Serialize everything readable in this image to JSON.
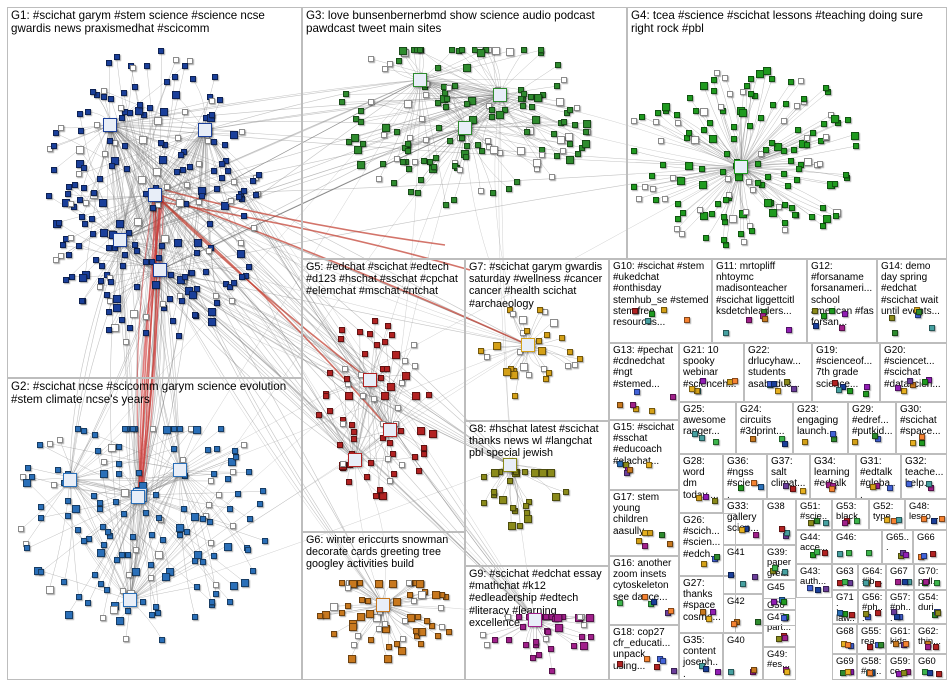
{
  "title": "",
  "groups": [
    {
      "id": "G1",
      "label": "G1: #scichat garym #stem science #science ncse gwardis news praxismedhat #scicomm",
      "color": "#1a3f9a"
    },
    {
      "id": "G2",
      "label": "G2: #scichat ncse #scicomm garym science evolution #stem climate ncse's years",
      "color": "#2a6fb8"
    },
    {
      "id": "G3",
      "label": "G3: love bunsenbernerbmd show science audio podcast pawdcast tweet main sites",
      "color": "#2e8b2e"
    },
    {
      "id": "G4",
      "label": "G4: tcea #science #scichat lessons #teaching doing sure right rock #pbl",
      "color": "#1f9a1f"
    },
    {
      "id": "G5",
      "label": "G5: #edchat #scichat #edtech #d123 #hschat #sschat #cpchat #elemchat #mschat #ntchat",
      "color": "#b22222"
    },
    {
      "id": "G6",
      "label": "G6: winter ericcurts snowman decorate cards greeting tree googley activities build",
      "color": "#c8781e"
    },
    {
      "id": "G7",
      "label": "G7: #scichat garym gwardis saturday #wellness #cancer cancer #health scichat #archaeology",
      "color": "#d4a017"
    },
    {
      "id": "G8",
      "label": "G8: #hschat latest #scichat thanks news wl #langchat pbl special jewish",
      "color": "#8a8a1a"
    },
    {
      "id": "G9",
      "label": "G9: #scichat #edchat essay #mathchat #k12 #edleadership #edtech #literacy #learning excellence",
      "color": "#a0208a"
    },
    {
      "id": "G10",
      "label": "G10: #scichat #stem #ukedchat #onthisday stemhub_se #stemed stem free resources...",
      "color": "#555555"
    },
    {
      "id": "G11",
      "label": "G11: mrtopliff nhtoymc madisonteacher #scichat liggettcitl ksdetchleaders...",
      "color": "#555555"
    },
    {
      "id": "G12",
      "label": "G12: #forsaname forsanameri... school american #fas forsan...",
      "color": "#555555"
    },
    {
      "id": "G13",
      "label": "G13: #pechat #cdnedchat #ngt #stemed...",
      "color": "#555555"
    },
    {
      "id": "G14",
      "label": "G14: demo day spring #edchat #scichat wait until events...",
      "color": "#555555"
    },
    {
      "id": "G15",
      "label": "G15: #scichat #sschat #educoach #elachat...",
      "color": "#555555"
    },
    {
      "id": "G16",
      "label": "G16: another zoom insets cytoskeleton see dance...",
      "color": "#555555"
    },
    {
      "id": "G17",
      "label": "G17: stem young children aasully...",
      "color": "#555555"
    },
    {
      "id": "G18",
      "label": "G18: cop27 cfr_educati... unpack using...",
      "color": "#555555"
    },
    {
      "id": "G19",
      "label": "G19: #scienceof... 7th grade science...",
      "color": "#555555"
    },
    {
      "id": "G20",
      "label": "G20: #sciencet... #scichat #datascien...",
      "color": "#555555"
    },
    {
      "id": "G21",
      "label": "G21: 10 spooky webinar #scienceh...",
      "color": "#555555"
    },
    {
      "id": "G22",
      "label": "G22: drlucyhaw... students asabeduc...",
      "color": "#555555"
    },
    {
      "id": "G23",
      "label": "G23: engaging launch...",
      "color": "#555555"
    },
    {
      "id": "G24",
      "label": "G24: circuits #3dprint...",
      "color": "#555555"
    },
    {
      "id": "G25",
      "label": "G25: awesome ranger...",
      "color": "#555555"
    },
    {
      "id": "G26",
      "label": "G26: #scich... #scien... #edch...",
      "color": "#555555"
    },
    {
      "id": "G27",
      "label": "G27: thanks #space cosmo...",
      "color": "#555555"
    },
    {
      "id": "G28",
      "label": "G28: word dm today ...",
      "color": "#555555"
    },
    {
      "id": "G29",
      "label": "G29: #edref... #putkid...",
      "color": "#555555"
    },
    {
      "id": "G30",
      "label": "G30: #scichat #space...",
      "color": "#555555"
    },
    {
      "id": "G31",
      "label": "G31: #edtalk #globa...",
      "color": "#555555"
    },
    {
      "id": "G32",
      "label": "G32: teache... help...",
      "color": "#555555"
    },
    {
      "id": "G33",
      "label": "G33: gallery scien...",
      "color": "#555555"
    },
    {
      "id": "G34",
      "label": "G34: learning #edtalk",
      "color": "#555555"
    },
    {
      "id": "G35",
      "label": "G35: content joseph...",
      "color": "#555555"
    },
    {
      "id": "G36",
      "label": "G36: #ngss #scien...",
      "color": "#555555"
    },
    {
      "id": "G37",
      "label": "G37: salt climat...",
      "color": "#555555"
    },
    {
      "id": "G38",
      "label": "G38",
      "color": "#555555"
    },
    {
      "id": "G39",
      "label": "G39: paper great",
      "color": "#555555"
    },
    {
      "id": "G40",
      "label": "G40",
      "color": "#555555"
    },
    {
      "id": "G41",
      "label": "G41",
      "color": "#555555"
    },
    {
      "id": "G42",
      "label": "G42",
      "color": "#555555"
    },
    {
      "id": "G43",
      "label": "G43: auth...",
      "color": "#555555"
    },
    {
      "id": "G44",
      "label": "G44: acce...",
      "color": "#555555"
    },
    {
      "id": "G45",
      "label": "G45",
      "color": "#555555"
    },
    {
      "id": "G46",
      "label": "G46:",
      "color": "#555555"
    },
    {
      "id": "G47",
      "label": "G47: part...",
      "color": "#555555"
    },
    {
      "id": "G48",
      "label": "G48: lesso...",
      "color": "#555555"
    },
    {
      "id": "G49",
      "label": "G49: #es...",
      "color": "#555555"
    },
    {
      "id": "G50",
      "label": "G50",
      "color": "#555555"
    },
    {
      "id": "G51",
      "label": "G51: #scie...",
      "color": "#555555"
    },
    {
      "id": "G52",
      "label": "G52: type...",
      "color": "#555555"
    },
    {
      "id": "G53",
      "label": "G53: black",
      "color": "#555555"
    },
    {
      "id": "G54",
      "label": "G54: duri...",
      "color": "#555555"
    },
    {
      "id": "G55",
      "label": "G55: rea...",
      "color": "#555555"
    },
    {
      "id": "G56",
      "label": "G56: #ph...",
      "color": "#555555"
    },
    {
      "id": "G57",
      "label": "G57: #ph...",
      "color": "#555555"
    },
    {
      "id": "G58",
      "label": "G58: #sq...",
      "color": "#555555"
    },
    {
      "id": "G59",
      "label": "G59: co...",
      "color": "#555555"
    },
    {
      "id": "G60",
      "label": "G60",
      "color": "#555555"
    },
    {
      "id": "G61",
      "label": "G61: kids",
      "color": "#555555"
    },
    {
      "id": "G62",
      "label": "G62: thin...",
      "color": "#555555"
    },
    {
      "id": "G63",
      "label": "G63",
      "color": "#555555"
    },
    {
      "id": "G64",
      "label": "G64: #ib...",
      "color": "#555555"
    },
    {
      "id": "G65",
      "label": "G65...",
      "color": "#555555"
    },
    {
      "id": "G66",
      "label": "G66",
      "color": "#555555"
    },
    {
      "id": "G67",
      "label": "G67",
      "color": "#555555"
    },
    {
      "id": "G68",
      "label": "G68",
      "color": "#555555"
    },
    {
      "id": "G69",
      "label": "G69",
      "color": "#555555"
    },
    {
      "id": "G70",
      "label": "G70: poll...",
      "color": "#555555"
    },
    {
      "id": "G71",
      "label": "G71: law...",
      "color": "#555555"
    }
  ]
}
